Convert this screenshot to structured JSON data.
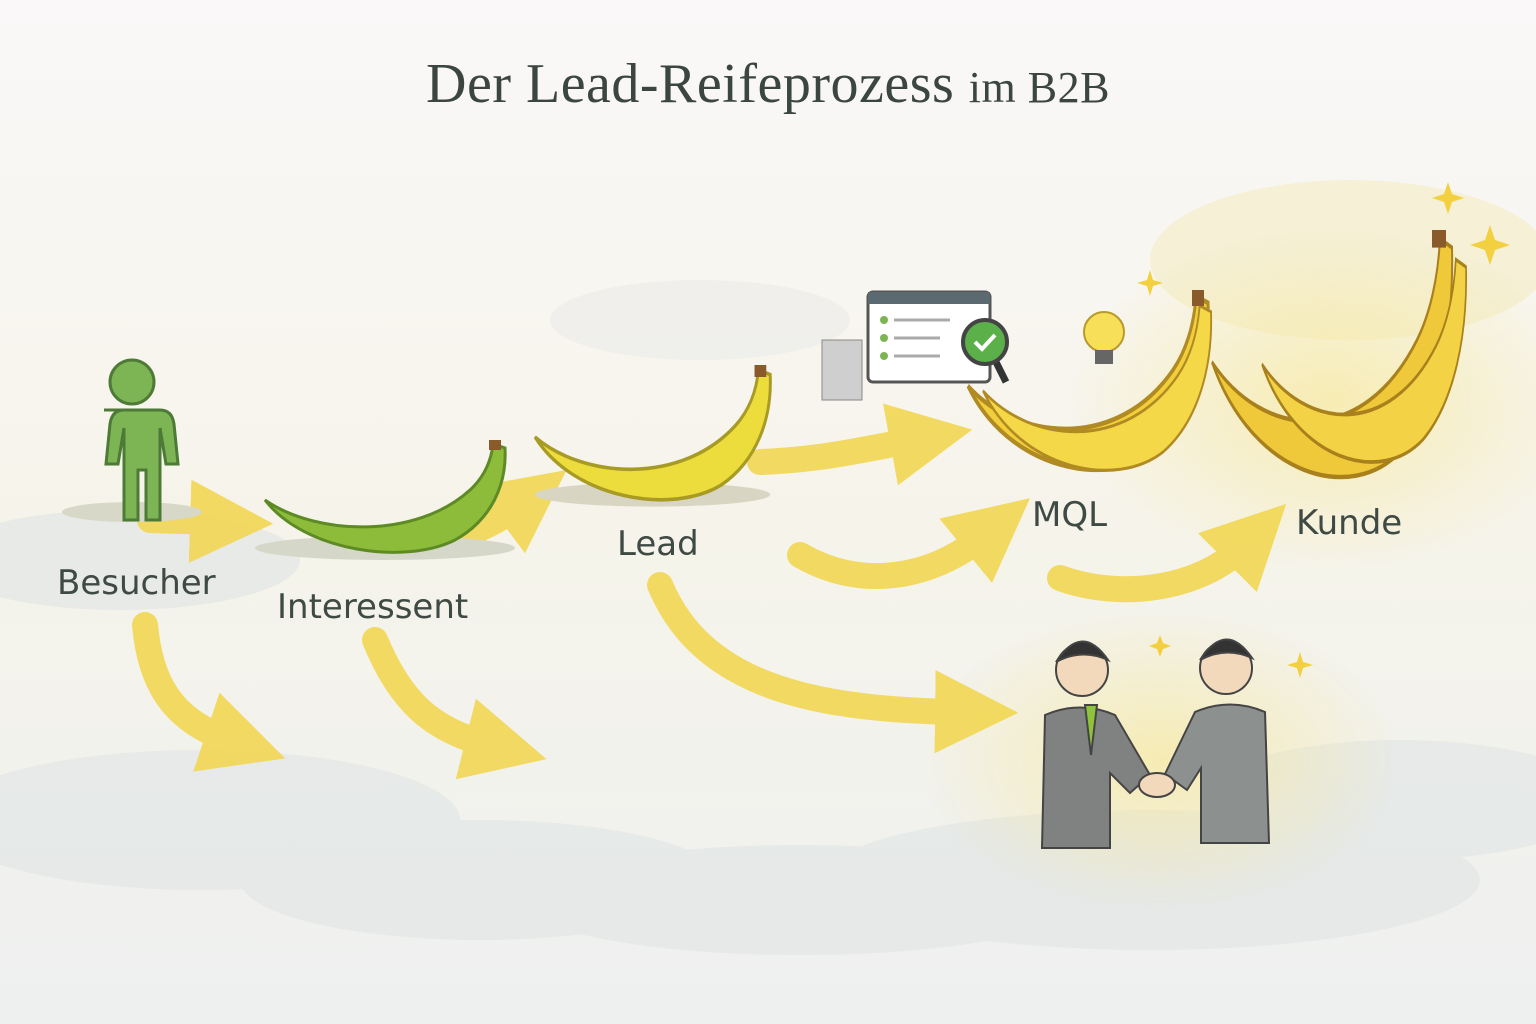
{
  "title": {
    "main": "Der Lead-Reifeprozess",
    "suffix": "im B2B"
  },
  "stages": [
    {
      "label": "Besucher",
      "icon": "person-icon"
    },
    {
      "label": "Interessent",
      "icon": "green-banana-icon"
    },
    {
      "label": "Lead",
      "icon": "yellow-green-banana-icon"
    },
    {
      "label": "MQL",
      "icon": "ripe-banana-icon"
    },
    {
      "label": "Kunde",
      "icon": "banana-bunch-icon"
    }
  ],
  "colors": {
    "arrow": "#f1d54a",
    "title": "#3c4641",
    "green_banana": "#8cbc3a",
    "ripe_banana": "#f2cf3a"
  }
}
